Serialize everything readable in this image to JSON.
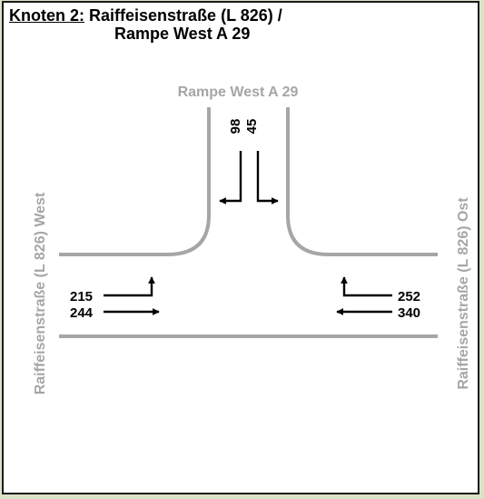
{
  "title": {
    "prefix": "Knoten 2:",
    "line1": "Raiffeisenstraße (L 826) /",
    "line2": "Rampe West A 29"
  },
  "roads": {
    "north": "Rampe West A 29",
    "west": "Raiffeisenstraße (L 826) West",
    "east": "Raiffeisenstraße (L 826) Ost"
  },
  "movements": {
    "north_right": "98",
    "north_left": "45",
    "west_left": "215",
    "west_through": "244",
    "east_right": "252",
    "east_through": "340"
  },
  "colors": {
    "road": "#a6a6a6",
    "arrow": "#000000",
    "road_label": "#a6a6a6",
    "frame_bg": "#ffffff",
    "page_bg": "#d9e3c8"
  }
}
